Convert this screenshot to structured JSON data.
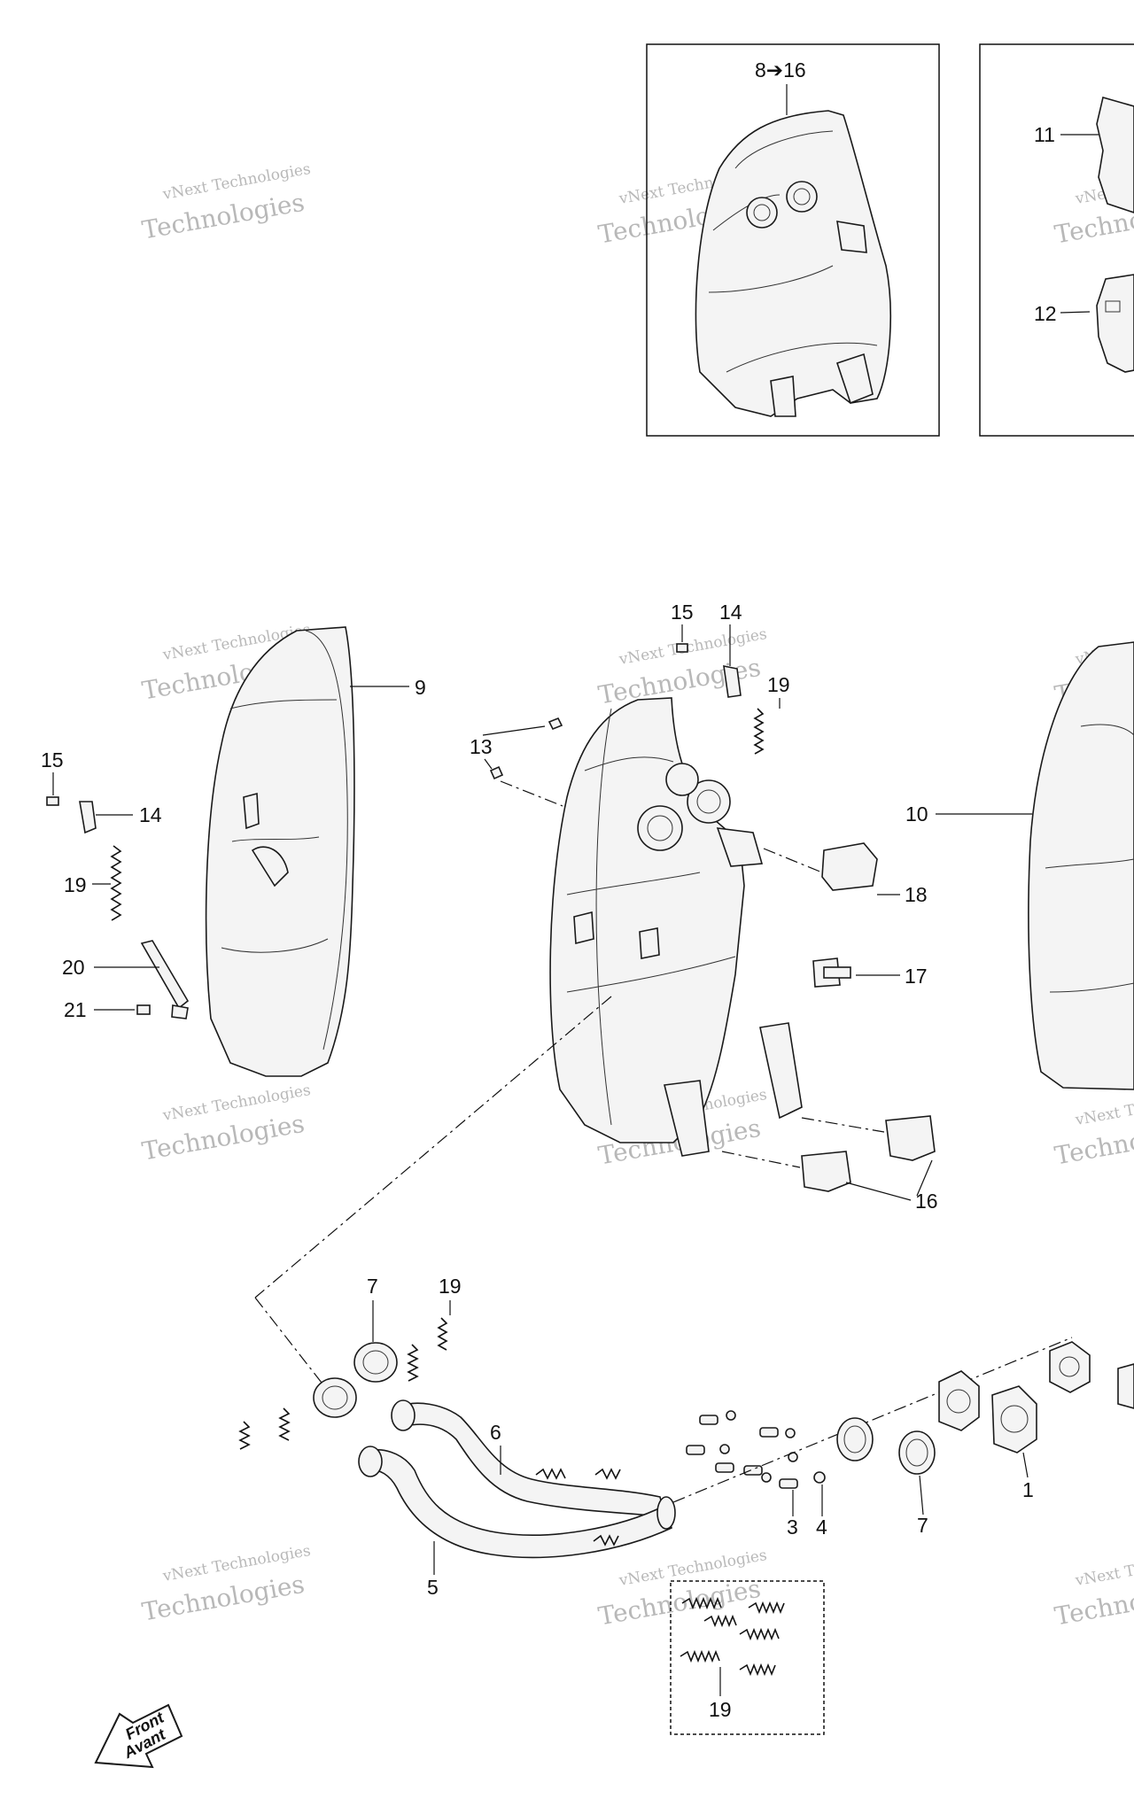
{
  "watermark": {
    "line1": "vNext Technologies",
    "line2": "Technologies"
  },
  "callouts": {
    "inset_title": "8➔16",
    "c11": "11",
    "c12": "12",
    "c15_left": "15",
    "c14_left": "14",
    "c19_left": "19",
    "c20": "20",
    "c21": "21",
    "c9": "9",
    "c15_mid": "15",
    "c14_mid": "14",
    "c19_mid": "19",
    "c13": "13",
    "c18": "18",
    "c17": "17",
    "c16": "16",
    "c10": "10",
    "c7_top": "7",
    "c19_pipe": "19",
    "c6": "6",
    "c5": "5",
    "c3": "3",
    "c4": "4",
    "c7_bottom": "7",
    "c1": "1",
    "c19_box": "19"
  },
  "direction_arrow": {
    "line1": "Front",
    "line2": "Avant"
  }
}
